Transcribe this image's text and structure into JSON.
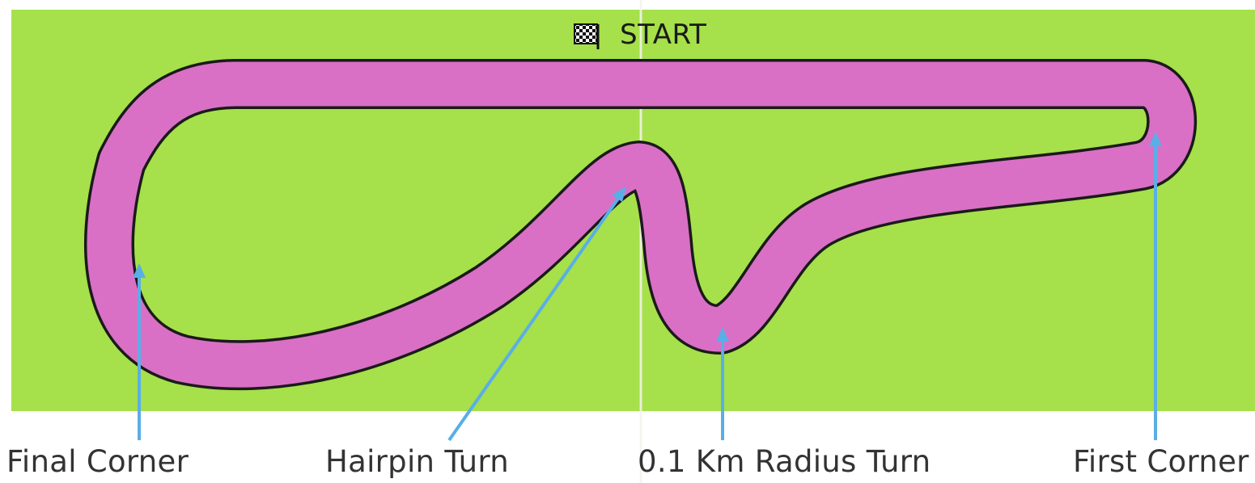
{
  "map": {
    "start_label": "START",
    "colors": {
      "grass": "#a6e04a",
      "track": "#d970c5",
      "track_outline": "#1a1a1a",
      "callout_arrow": "#5aaee6",
      "label_text": "#333333"
    },
    "icons": {
      "start_flag": "checkered-flag-icon"
    },
    "callouts": [
      {
        "label": "Final Corner"
      },
      {
        "label": "Hairpin Turn"
      },
      {
        "label": "0.1 Km Radius Turn"
      },
      {
        "label": "First Corner"
      }
    ]
  }
}
